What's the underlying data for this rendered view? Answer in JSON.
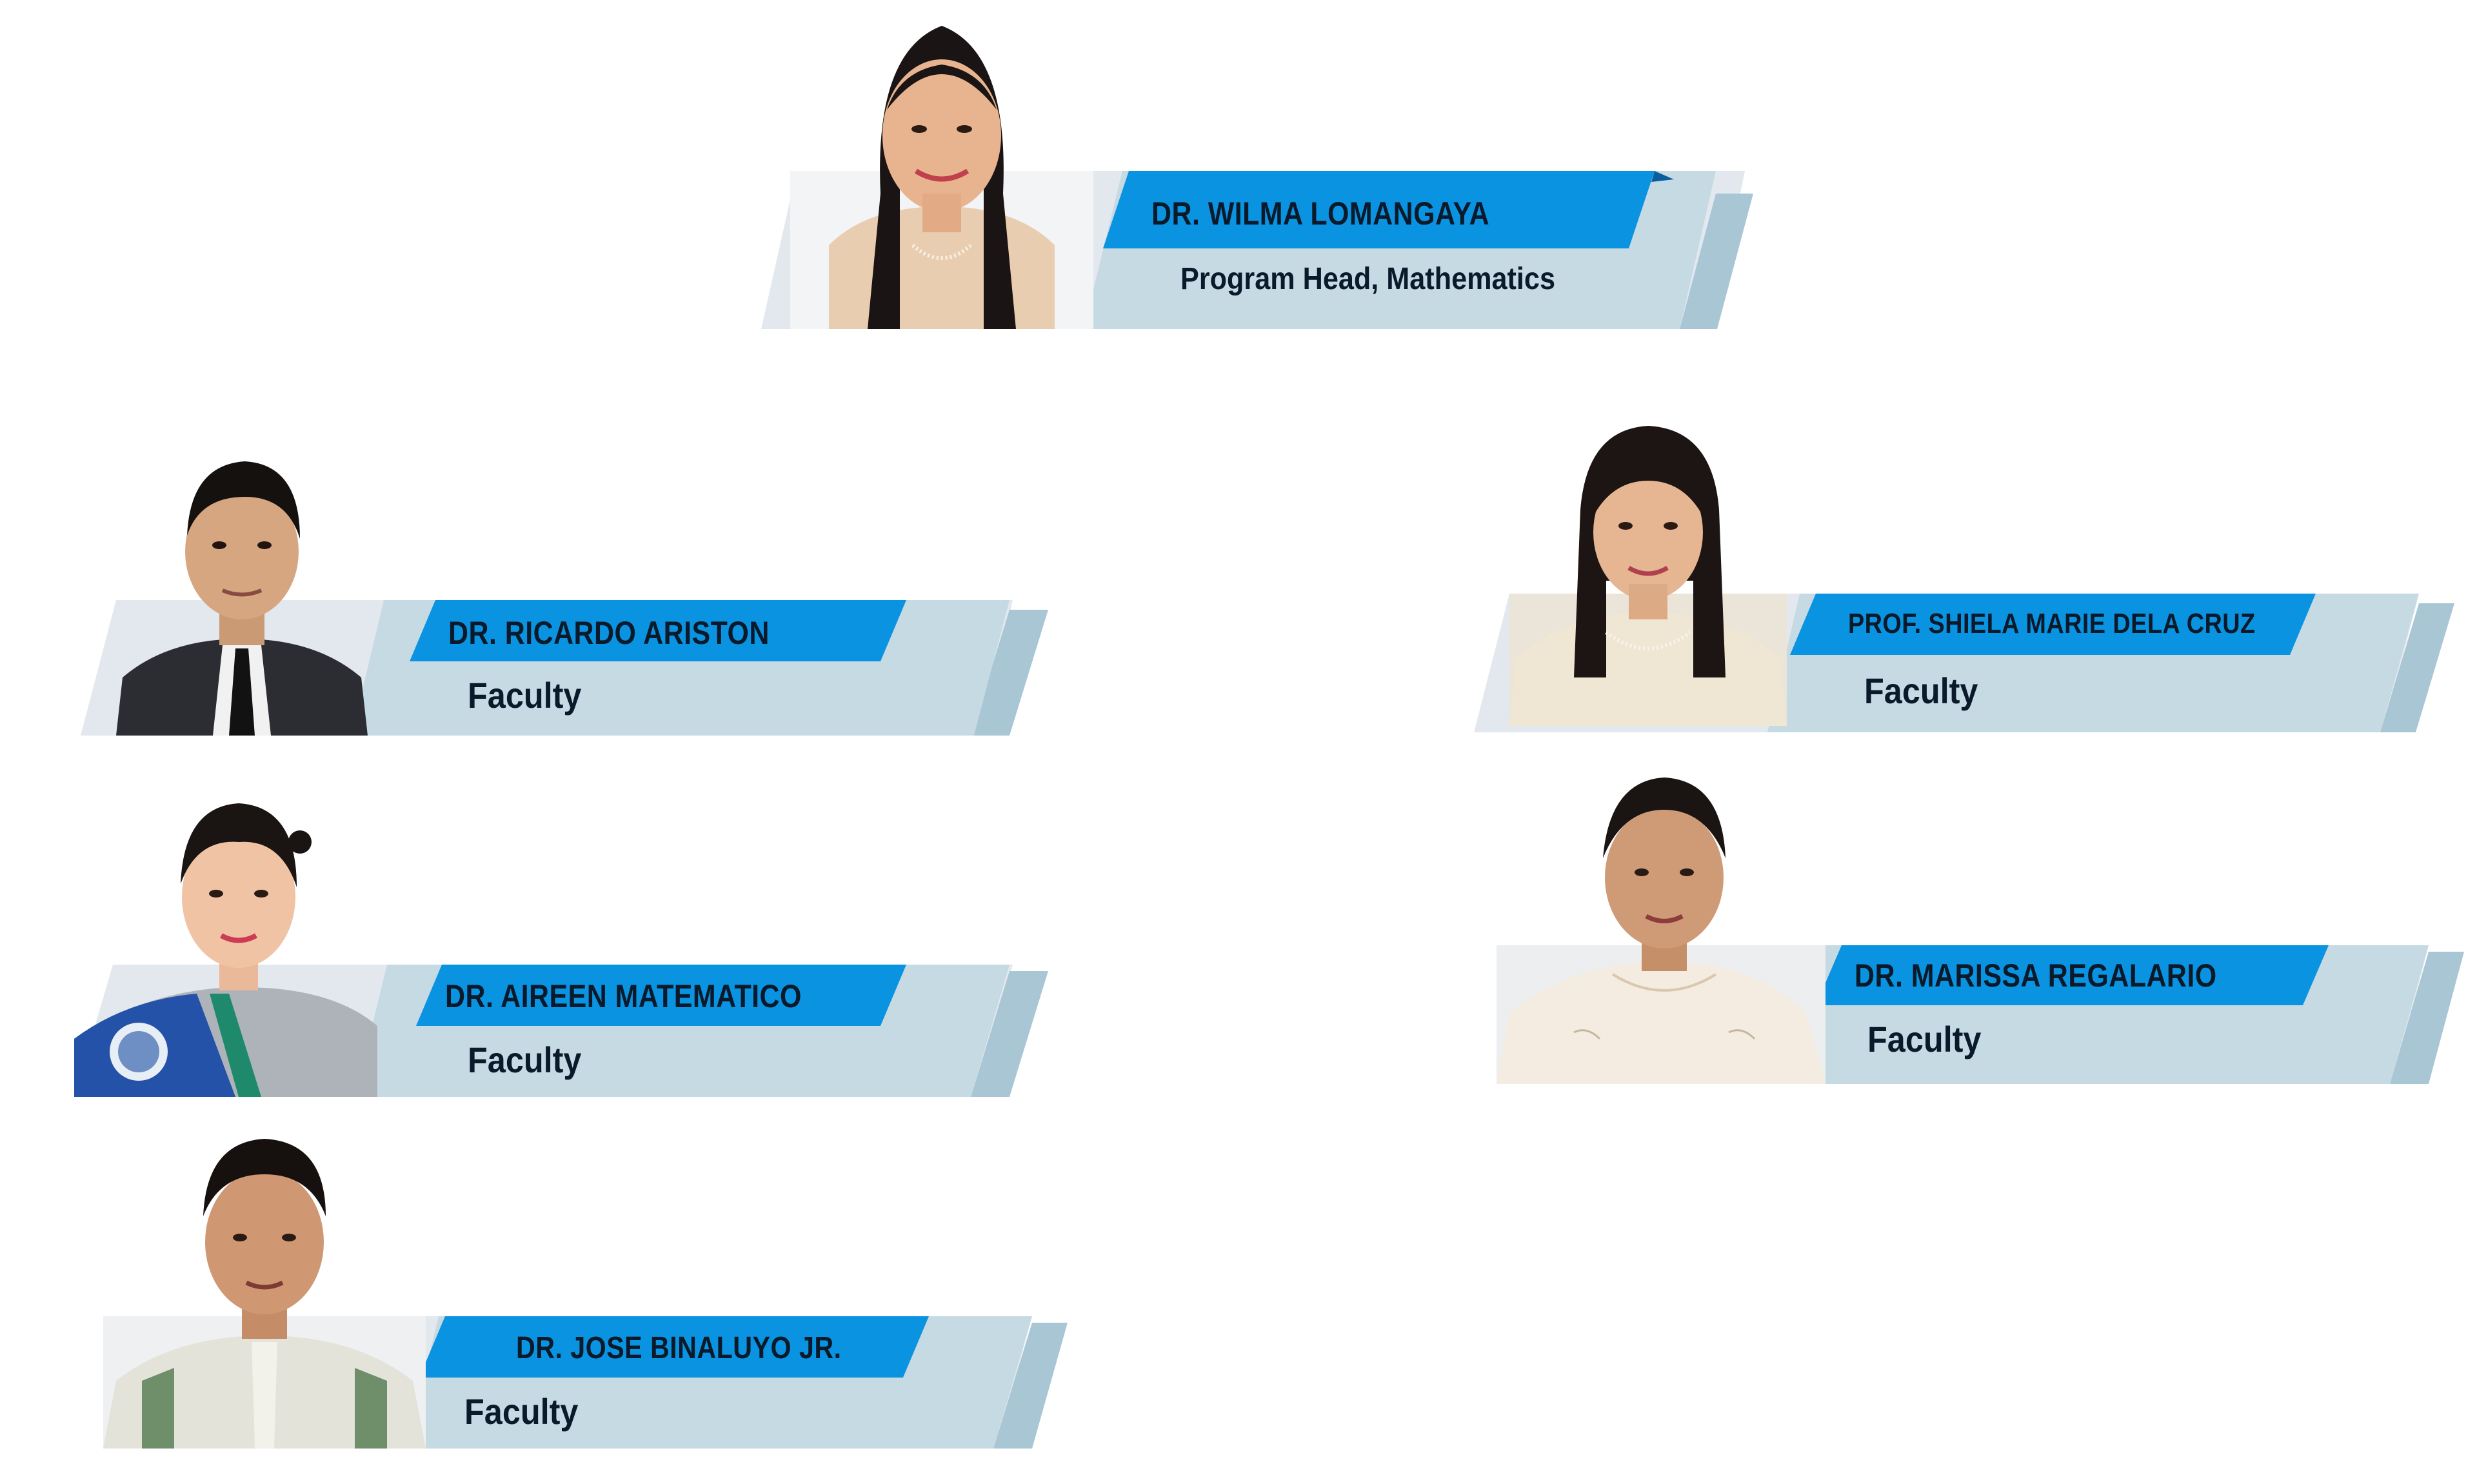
{
  "people": [
    {
      "name": "DR. WILMA LOMANGAYA",
      "role": "Program Head, Mathematics"
    },
    {
      "name": "DR. RICARDO ARISTON",
      "role": "Faculty"
    },
    {
      "name": "PROF. SHIELA MARIE DELA CRUZ",
      "role": "Faculty"
    },
    {
      "name": "DR. AIREEN MATEMATICO",
      "role": "Faculty"
    },
    {
      "name": "DR. MARISSA REGALARIO",
      "role": "Faculty"
    },
    {
      "name": "DR. JOSE BINALUYO JR.",
      "role": "Faculty"
    }
  ],
  "colors": {
    "name_bar": "#0a93e0",
    "role_bar": "#c6dae4",
    "back_slant": "#a9c6d4",
    "photo_bg": "#e7ecf1",
    "text": "#0b1a2b"
  }
}
